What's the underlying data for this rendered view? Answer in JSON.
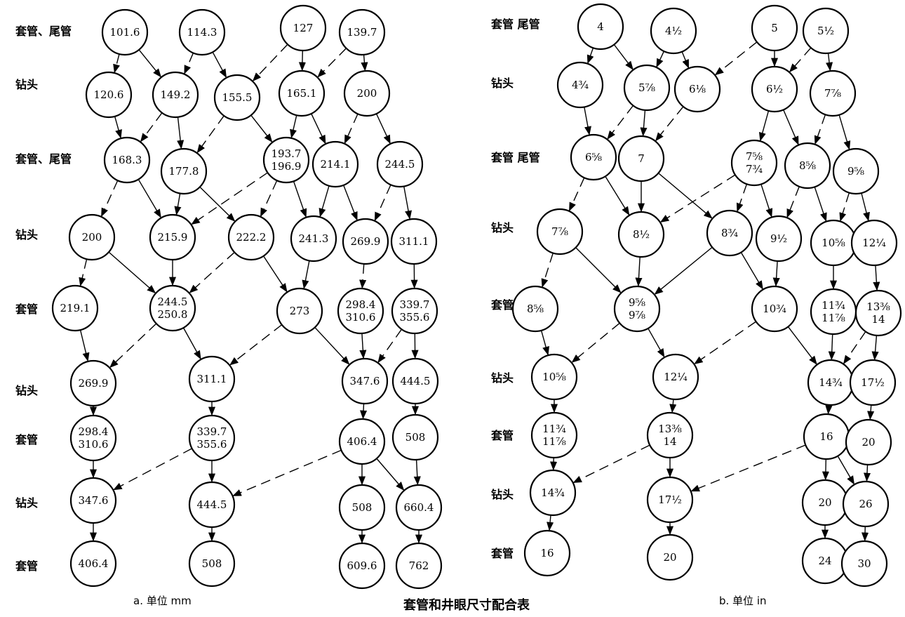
{
  "title": "套管和井眼尺寸配合表",
  "panels": [
    {
      "caption": "a. 单位 mm",
      "rows": [
        "套管、尾管",
        "钻头",
        "套管、尾管",
        "钻头",
        "套管",
        "钻头",
        "套管",
        "钻头",
        "套管"
      ],
      "nodes": {
        "a1": "101.6",
        "a2": "114.3",
        "a3": "127",
        "a4": "139.7",
        "b1": "120.6",
        "b2": "149.2",
        "b3": "155.5",
        "b4": "165.1",
        "b5": "200",
        "c1": "168.3",
        "c2": "177.8",
        "c3": "193.7\n196.9",
        "c4": "214.1",
        "c5": "244.5",
        "d1": "200",
        "d2": "215.9",
        "d3": "222.2",
        "d4": "241.3",
        "d5": "269.9",
        "d6": "311.1",
        "e1": "219.1",
        "e2": "244.5\n250.8",
        "e3": "273",
        "e4": "298.4\n310.6",
        "e5": "339.7\n355.6",
        "f1": "269.9",
        "f2": "311.1",
        "f3": "347.6",
        "f4": "444.5",
        "g1": "298.4\n310.6",
        "g2": "339.7\n355.6",
        "g3": "406.4",
        "g4": "508",
        "h1": "347.6",
        "h2": "444.5",
        "h3": "508",
        "h4": "660.4",
        "i1": "406.4",
        "i2": "508",
        "i3": "609.6",
        "i4": "762"
      }
    },
    {
      "caption": "b. 单位 in",
      "rows": [
        "套管  尾管",
        "钻头",
        "套管  尾管",
        "钻头",
        "套管",
        "钻头",
        "套管",
        "钻头",
        "套管"
      ],
      "nodes": {
        "A1": "4",
        "A2": "4½",
        "A3": "5",
        "A4": "5½",
        "B1": "4¾",
        "B2": "5⅞",
        "B3": "6⅛",
        "B4": "6½",
        "B5": "7⅞",
        "C1": "6⅝",
        "C2": "7",
        "C3": "7⅝\n7¾",
        "C4": "8⅝",
        "C5": "9⅝",
        "D1": "7⅞",
        "D2": "8½",
        "D3": "8¾",
        "D4": "9½",
        "D5": "10⅝",
        "D6": "12¼",
        "E1": "8⅝",
        "E2": "9⅝\n9⅞",
        "E3": "10¾",
        "E4": "11¾\n11⅞",
        "E5": "13⅜\n14",
        "F1": "10⅝",
        "F2": "12¼",
        "F3": "14¾",
        "F4": "17½",
        "G1": "11¾\n11⅞",
        "G2": "13⅜\n14",
        "G3": "16",
        "G4": "20",
        "H1": "14¾",
        "H2": "17½",
        "H3": "20",
        "H4": "26",
        "I1": "16",
        "I2": "20",
        "I3": "24",
        "I4": "30"
      }
    }
  ]
}
